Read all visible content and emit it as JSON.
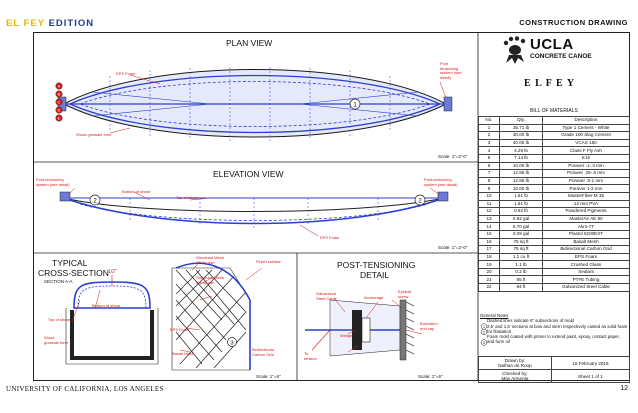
{
  "header": {
    "edition_part1": "EL FEY",
    "edition_part2": "EDITION",
    "doc_type": "CONSTRUCTION DRAWING"
  },
  "colors": {
    "accent_yellow": "#e8b400",
    "accent_blue": "#1a3d8f",
    "hull_blue": "#2a3fd0",
    "annotation_red": "#d41a1a"
  },
  "plan_view": {
    "title": "PLAN VIEW",
    "scale": "Scale: 1\"=2'-0\"",
    "labels": {
      "eps": "EPS Foam",
      "wood": "Wood gunwale form",
      "post": "Post tensioning system (see detail)"
    },
    "markers": [
      "A",
      "B",
      "C",
      "D",
      "E"
    ],
    "section_circle": "1"
  },
  "elevation_view": {
    "title": "ELEVATION VIEW",
    "scale": "Scale: 1\"=2'-0\"",
    "labels": {
      "post_left": "Post-tensioning system (see detail)",
      "post_right": "Post-tensioning system (see detail)",
      "bottom": "Bottom of shear",
      "top": "Top of shear",
      "eps": "EPS Foam"
    },
    "circle_left": "2",
    "circle_right": "2"
  },
  "cross_section": {
    "title_line1": "TYPICAL",
    "title_line2": "CROSS-SECTION",
    "subtitle": "SECTION A-A",
    "dim_half": "1/2\"",
    "labels": {
      "top": "Top of shear",
      "wood": "Wood gunwale form",
      "bottom": "Bottom of shear",
      "eps": "EPS Foam",
      "basalt": "Basalt Mesh",
      "finish": "Finish surface",
      "struct1": "Structural Mesh 4% fly ash",
      "struct2": "Structural Mesh 6% fly ash",
      "bidirectional": "Bidirectional Carbon Grid"
    },
    "scale": "Scale: 1\"=6\"",
    "circle": "3"
  },
  "post_tension": {
    "title_line1": "POST-TENSIONING",
    "title_line2": "DETAIL",
    "labels": {
      "cable": "Galvanized Steel Cable",
      "anchor": "Anchorage",
      "wedge": "Wedge",
      "eyebolt": "Eyebolt screw",
      "bow": "Bow/stern end cap",
      "tension": "To tension"
    },
    "scale": "Scale: 1\"=6\""
  },
  "logo": {
    "org": "UCLA",
    "sub": "CONCRETE CANOE",
    "name": "E L  F E Y"
  },
  "bom": {
    "title": "BILL OF MATERIALS",
    "headers": [
      "No.",
      "Qty.",
      "Description"
    ],
    "rows": [
      [
        "1",
        "35.71 lb",
        "Type 1 Cement - White"
      ],
      [
        "2",
        "30.00 lb",
        "Grade 100 Slag Cement"
      ],
      [
        "3",
        "40.00 lb",
        "VCAS 160"
      ],
      [
        "4",
        "4.29 lb",
        "Class F Fly Ash"
      ],
      [
        "5",
        "7.14 lb",
        "K15"
      ],
      [
        "6",
        "10.00 lb",
        "Poraver .1-.3 mm"
      ],
      [
        "7",
        "12.86 lb",
        "Poraver .25-.5 mm"
      ],
      [
        "8",
        "12.86 lb",
        "Poraver .5-1 mm"
      ],
      [
        "9",
        "10.00 lb",
        "Poraver 1-2 mm"
      ],
      [
        "10",
        "1.61 lb",
        "MasterFiber M 35"
      ],
      [
        "11",
        "1.61 lb",
        "12 mm PVA"
      ],
      [
        "12",
        "0.62 lb",
        "Powdered Pigments"
      ],
      [
        "13",
        "0.92 gal",
        "MasterAir AE 90"
      ],
      [
        "14",
        "6.70 gal",
        "Akro-7T"
      ],
      [
        "15",
        "0.09 gal",
        "Plastol 6200EXT"
      ],
      [
        "16",
        "75 sq ft",
        "Basalt Mesh"
      ],
      [
        "17",
        "75 sq ft",
        "Bidirectional Carbon Grid"
      ],
      [
        "18",
        "1.1 cu ft",
        "EPS Foam"
      ],
      [
        "19",
        "1.1 lb",
        "Crushed Glass"
      ],
      [
        "20",
        "0.2 lb",
        "Sealant"
      ],
      [
        "21",
        "85 ft",
        "PTFE Tubing"
      ],
      [
        "22",
        "94 ft",
        "Galvanized Steel Cable"
      ]
    ]
  },
  "notes": {
    "heading": "General Notes",
    "items": [
      "Dashed lines indicate 6\" subsections of mold",
      "2.5' and 1.5' sections at bow and stern respectively casted as solid foam for floatation",
      "Foam mold coated with primer to extend paint, epoxy, contact paper, and form oil"
    ]
  },
  "title_block": {
    "drawn_label": "Drawn by:",
    "drawn_name": "Nathan de Roop",
    "date": "16 February 2016",
    "checked_label": "Checked by:",
    "checked_name": "Max Armenta",
    "sheet": "Sheet 1 of 1"
  },
  "footer": {
    "university": "UNIVERSITY OF CALIFORNIA, LOS ANGELES",
    "page": "12"
  }
}
